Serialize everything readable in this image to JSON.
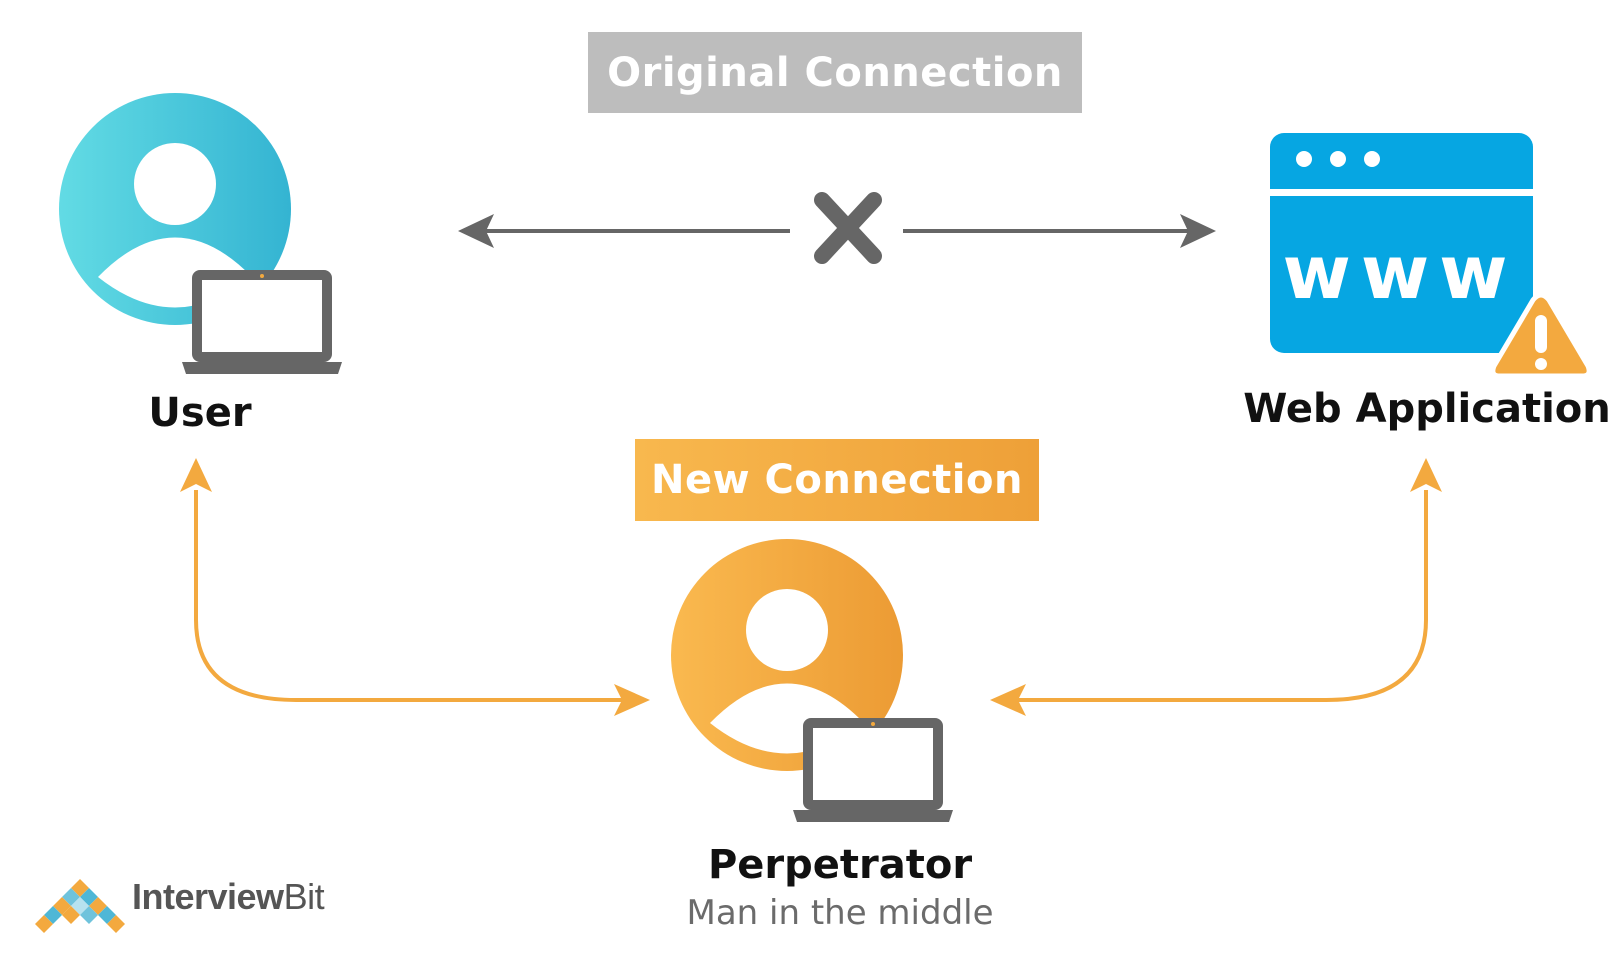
{
  "labels": {
    "original_connection": "Original Connection",
    "new_connection": "New Connection",
    "user": "User",
    "web_application": "Web Application",
    "perpetrator": "Perpetrator",
    "perpetrator_subtitle": "Man in the middle",
    "www": "www",
    "blocked_mark": "X"
  },
  "logo": {
    "part1": "Interview",
    "part2": "Bit"
  },
  "colors": {
    "user_cyan": "#4fcbd9",
    "web_blue": "#06a6e2",
    "orange": "#f3a93f",
    "gray_arrow": "#666666",
    "label_gray": "#bdbdbd",
    "laptop_gray": "#666666"
  },
  "icons": {
    "user": "user-with-laptop-icon",
    "perpetrator": "attacker-with-laptop-icon",
    "web": "browser-window-icon",
    "warning": "warning-triangle-icon",
    "blocked": "cross-icon"
  }
}
